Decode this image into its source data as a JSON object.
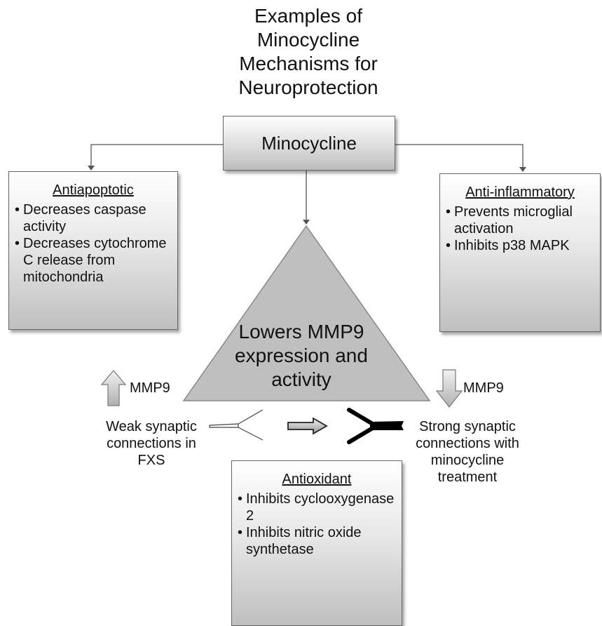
{
  "title": "Examples of Minocycline Mechanisms for Neuroprotection",
  "center_box": {
    "label": "Minocycline"
  },
  "antiapoptotic": {
    "heading": "Antiapoptotic",
    "items": [
      "Decreases caspase activity",
      "Decreases cytochrome C release from mitochondria"
    ]
  },
  "anti_inflammatory": {
    "heading": "Anti-inflammatory",
    "items": [
      "Prevents microglial activation",
      "Inhibits p38 MAPK"
    ]
  },
  "triangle": {
    "label": "Lowers MMP9 expression and activity"
  },
  "left_mmp9": {
    "label": "MMP9",
    "direction": "up"
  },
  "right_mmp9": {
    "label": "MMP9",
    "direction": "down"
  },
  "weak_label": "Weak synaptic connections in FXS",
  "strong_label": "Strong synaptic connections with minocycline treatment",
  "antioxidant": {
    "heading": "Antioxidant",
    "items": [
      "Inhibits cyclooxygenase 2",
      "Inhibits nitric oxide synthetase"
    ]
  },
  "colors": {
    "box_border": "#666666",
    "triangle_fill": "#bfbfbf",
    "arrow_fill": "#c8c8c8",
    "line": "#555555"
  }
}
